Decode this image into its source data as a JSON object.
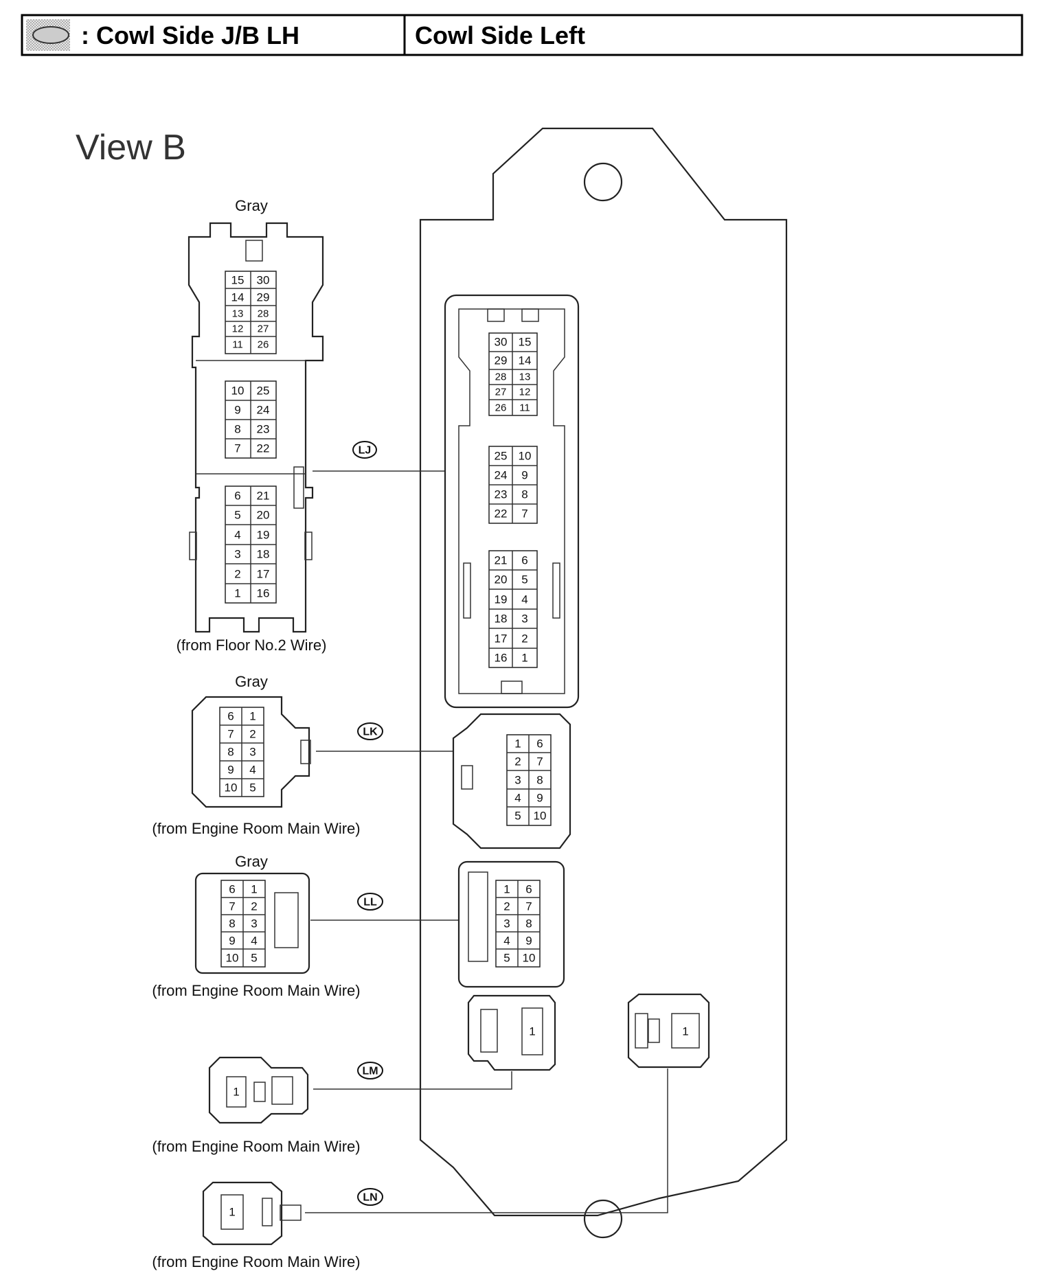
{
  "header": {
    "location_label": ": Cowl Side J/B LH",
    "location_name": "Cowl Side Left"
  },
  "view_title": "View B",
  "connectors": {
    "LJ": {
      "code": "LJ",
      "color": "Gray",
      "source": "(from Floor No.2 Wire)"
    },
    "LK": {
      "code": "LK",
      "color": "Gray",
      "source": "(from Engine Room Main Wire)"
    },
    "LL": {
      "code": "LL",
      "color": "Gray",
      "source": "(from Engine Room Main Wire)"
    },
    "LM": {
      "code": "LM",
      "source": "(from Engine Room Main Wire)"
    },
    "LN": {
      "code": "LN",
      "source": "(from Engine Room Main Wire)"
    }
  },
  "single_pin": "1"
}
